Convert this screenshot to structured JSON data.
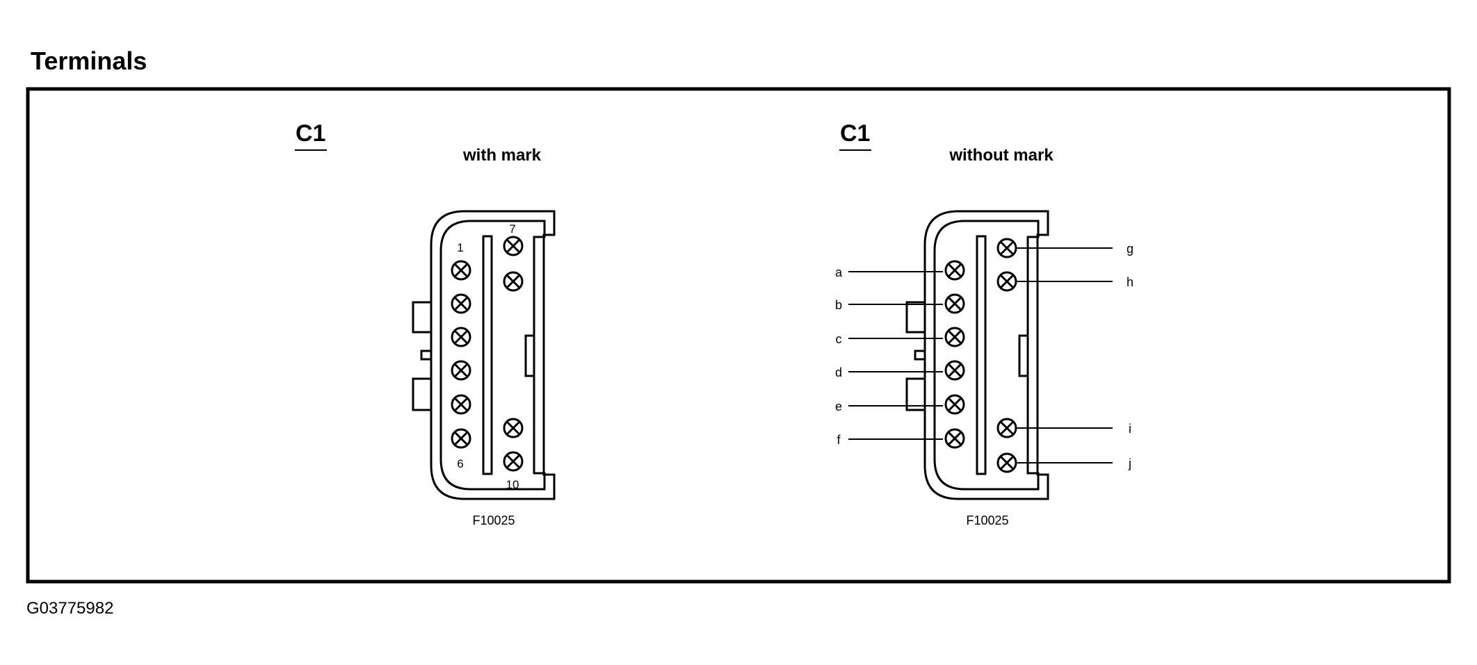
{
  "title": "Terminals",
  "figure_id": "G03775982",
  "panels": [
    {
      "connector": "C1",
      "subtitle": "with mark",
      "part_code": "F10025",
      "pin_numbers": [
        "1",
        "6",
        "7",
        "10"
      ]
    },
    {
      "connector": "C1",
      "subtitle": "without mark",
      "part_code": "F10025",
      "callouts_left": [
        "a",
        "b",
        "c",
        "d",
        "e",
        "f"
      ],
      "callouts_right": [
        "g",
        "h",
        "i",
        "j"
      ]
    }
  ],
  "colors": {
    "line": "#000000",
    "background": "#ffffff"
  }
}
